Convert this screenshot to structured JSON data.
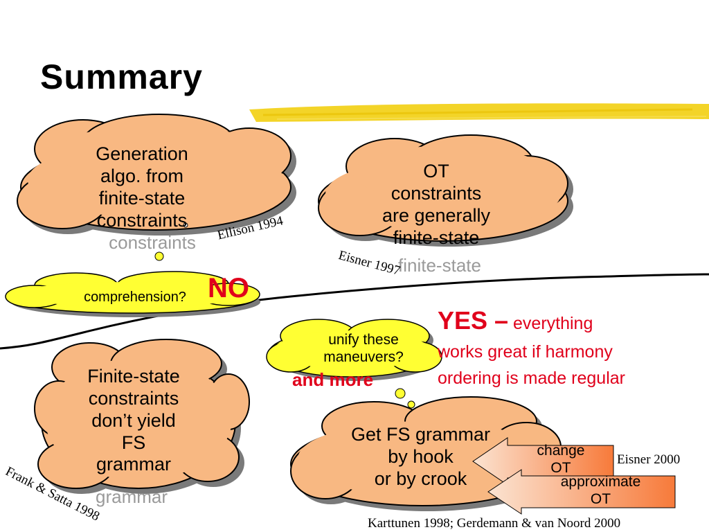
{
  "slide": {
    "title": "Summary",
    "clouds": {
      "generation": [
        "Generation",
        "algo. from",
        "finite-state",
        "constraints"
      ],
      "ot_constraints": [
        "OT",
        "constraints",
        "are generally",
        "finite-state"
      ],
      "comprehension": "comprehension?",
      "unify": [
        "unify these",
        "maneuvers?"
      ],
      "fs_constraints": [
        "Finite-state",
        "constraints",
        "don’t yield",
        "FS",
        "grammar"
      ],
      "get_fs": [
        "Get FS grammar",
        "by hook",
        "or by crook"
      ]
    },
    "arrows": {
      "change_ot": [
        "change",
        "OT"
      ],
      "approximate_ot": [
        "approximate",
        "OT"
      ]
    },
    "citations": {
      "ellison": "Ellison 1994",
      "eisner1997": "Eisner 1997",
      "frank_satta": "Frank & Satta 1998",
      "eisner2000": "Eisner 2000",
      "karttunen": "Karttunen 1998; Gerdemann & van Noord 2000"
    },
    "answers": {
      "no": "NO",
      "yes": "YES –",
      "yes_rest_1": "everything",
      "yes_rest_2": "works great if harmony",
      "yes_rest_3": "ordering is made regular",
      "and_more": "and more"
    },
    "colors": {
      "cloud_orange": "#f8b882",
      "cloud_yellow": "#ffff33",
      "accent_red": "#e0001b",
      "highlight_yellow": "#f2d21c"
    }
  }
}
